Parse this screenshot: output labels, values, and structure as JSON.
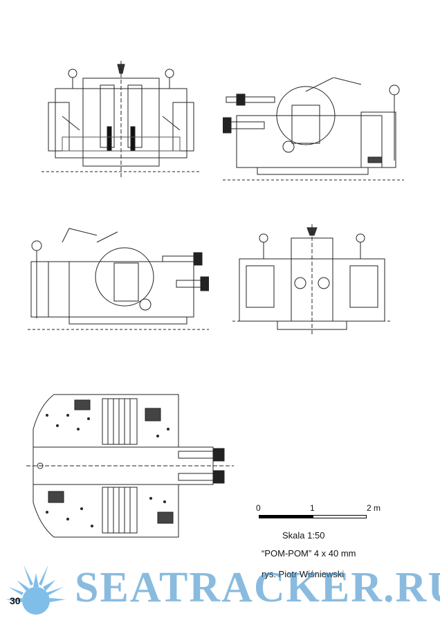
{
  "scale_bar": {
    "ticks": [
      "0",
      "1",
      "2 m"
    ]
  },
  "captions": {
    "scale": "Skala 1:50",
    "title": "“POM-POM” 4 x 40 mm",
    "author": "rys. Piotr Wiśniewski"
  },
  "watermark": {
    "text": "SEATRACKER.RU",
    "color": "#2b84c6"
  },
  "page": {
    "number": "30"
  },
  "drawings": [
    {
      "view": "front-elevation"
    },
    {
      "view": "right-side-elevation"
    },
    {
      "view": "left-side-elevation"
    },
    {
      "view": "rear-elevation"
    },
    {
      "view": "plan-top-view"
    }
  ]
}
